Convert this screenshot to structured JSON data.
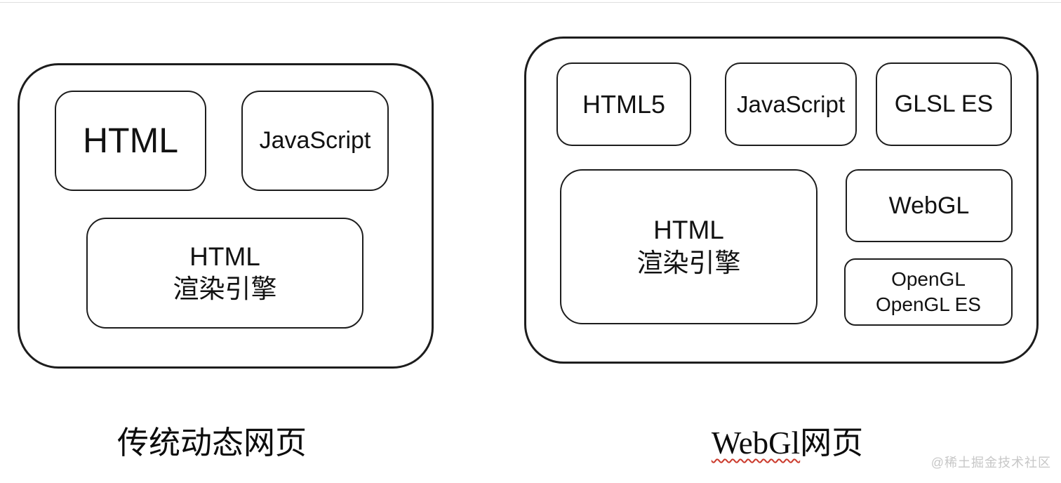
{
  "colors": {
    "background": "#ffffff",
    "box_border": "#1d1d1d",
    "top_divider_line": "#e0e0e0",
    "spellcheck_wavy_underline": "#cb3a2c",
    "watermark_text": "#c7c7c7"
  },
  "left_diagram": {
    "caption": "传统动态网页",
    "boxes": {
      "html": {
        "label": "HTML"
      },
      "javascript": {
        "label": "JavaScript"
      },
      "render_engine": {
        "line1": "HTML",
        "line2": "渲染引擎"
      }
    }
  },
  "right_diagram": {
    "caption": {
      "highlighted": "WebGl",
      "rest": "网页"
    },
    "boxes": {
      "html5": {
        "label": "HTML5"
      },
      "javascript": {
        "label": "JavaScript"
      },
      "glsl_es": {
        "label": "GLSL ES"
      },
      "render_engine": {
        "line1": "HTML",
        "line2": "渲染引擎"
      },
      "webgl": {
        "label": "WebGL"
      },
      "opengl": {
        "line1": "OpenGL",
        "line2": "OpenGL ES"
      }
    }
  },
  "watermark": {
    "label": "@稀土掘金技术社区"
  }
}
